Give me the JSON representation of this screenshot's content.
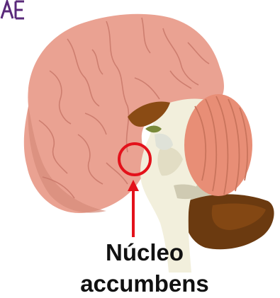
{
  "label": {
    "line1": "Núcleo",
    "line2": "accumbens"
  },
  "logo": {
    "text": "AE"
  },
  "colors": {
    "cortex": "#eaa292",
    "cortex_shadow": "#c9786a",
    "cerebellum": "#e88e76",
    "brainstem": "#f2efdc",
    "brainstem_shadow": "#cfcab2",
    "midbrain": "#8a4b14",
    "marker": "#e3121b",
    "logo": "#5a2a7a"
  },
  "icons": {
    "marker": "circle-marker-icon",
    "arrow": "up-arrow-icon"
  }
}
